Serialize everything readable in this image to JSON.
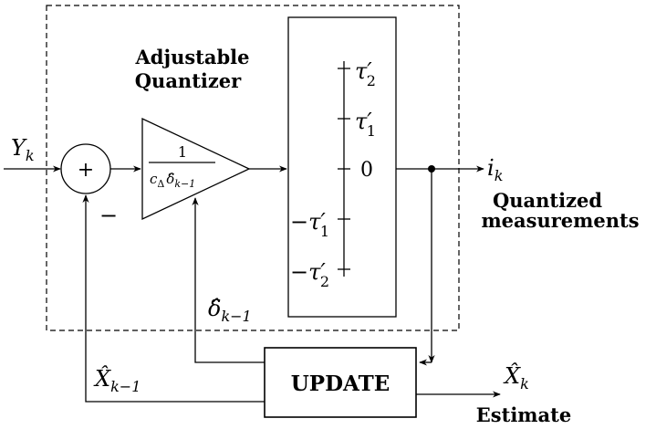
{
  "input": {
    "symbol": "Y",
    "subscript": "k"
  },
  "summer": {
    "sign_plus": "+",
    "sign_minus": "−"
  },
  "quantizer_group": {
    "title_line1": "Adjustable",
    "title_line2": "Quantizer"
  },
  "gain": {
    "numerator": "1",
    "denominator_c": "c",
    "denominator_c_sub": "Δ",
    "denominator_delta": "δ̂",
    "denominator_delta_sub": "k−1"
  },
  "levels": {
    "tau2": {
      "sign": "",
      "symbol": "τ′",
      "subscript": "2"
    },
    "tau1": {
      "sign": "",
      "symbol": "τ′",
      "subscript": "1"
    },
    "zero": {
      "label": "0"
    },
    "neg_tau1": {
      "sign": "−",
      "symbol": "τ′",
      "subscript": "1"
    },
    "neg_tau2": {
      "sign": "−",
      "symbol": "τ′",
      "subscript": "2"
    }
  },
  "output": {
    "symbol": "i",
    "subscript": "k",
    "caption_line1": "Quantized",
    "caption_line2": "measurements"
  },
  "delta_feedback": {
    "symbol": "δ̂",
    "subscript": "k−1"
  },
  "x_feedback": {
    "symbol": "X̂",
    "subscript": "k−1"
  },
  "update": {
    "label": "UPDATE"
  },
  "estimate": {
    "symbol": "X̂",
    "subscript": "k",
    "caption": "Estimate"
  }
}
